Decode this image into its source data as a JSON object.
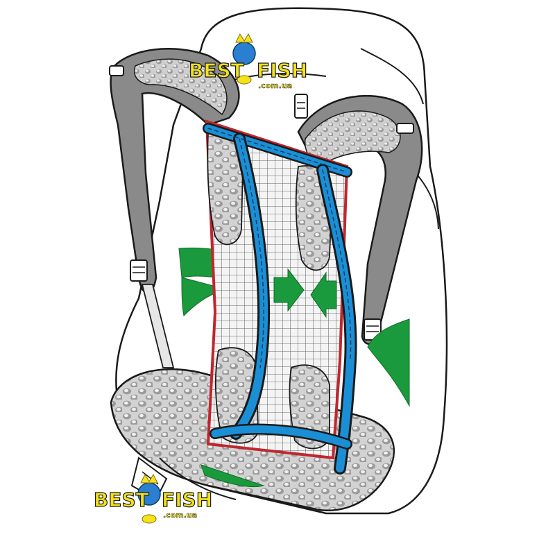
{
  "image": {
    "subject": "backpack-back-panel-ventilation-diagram",
    "colors": {
      "outline": "#1a1a1a",
      "strap_gray": "#8a8a8a",
      "padding_gray": "#bdbdbd",
      "frame_blue": "#1b8fd6",
      "airflow_green": "#1a9a3c",
      "mesh_red": "#c0262d",
      "logo_yellow": "#f4e21a",
      "logo_blue": "#2a7fd0"
    }
  },
  "watermarks": [
    {
      "brand_left": "BEST",
      "brand_right": "FISH",
      "domain": ".com.ua"
    },
    {
      "brand_left": "BEST",
      "brand_right": "FISH",
      "domain": ".com.ua"
    }
  ]
}
